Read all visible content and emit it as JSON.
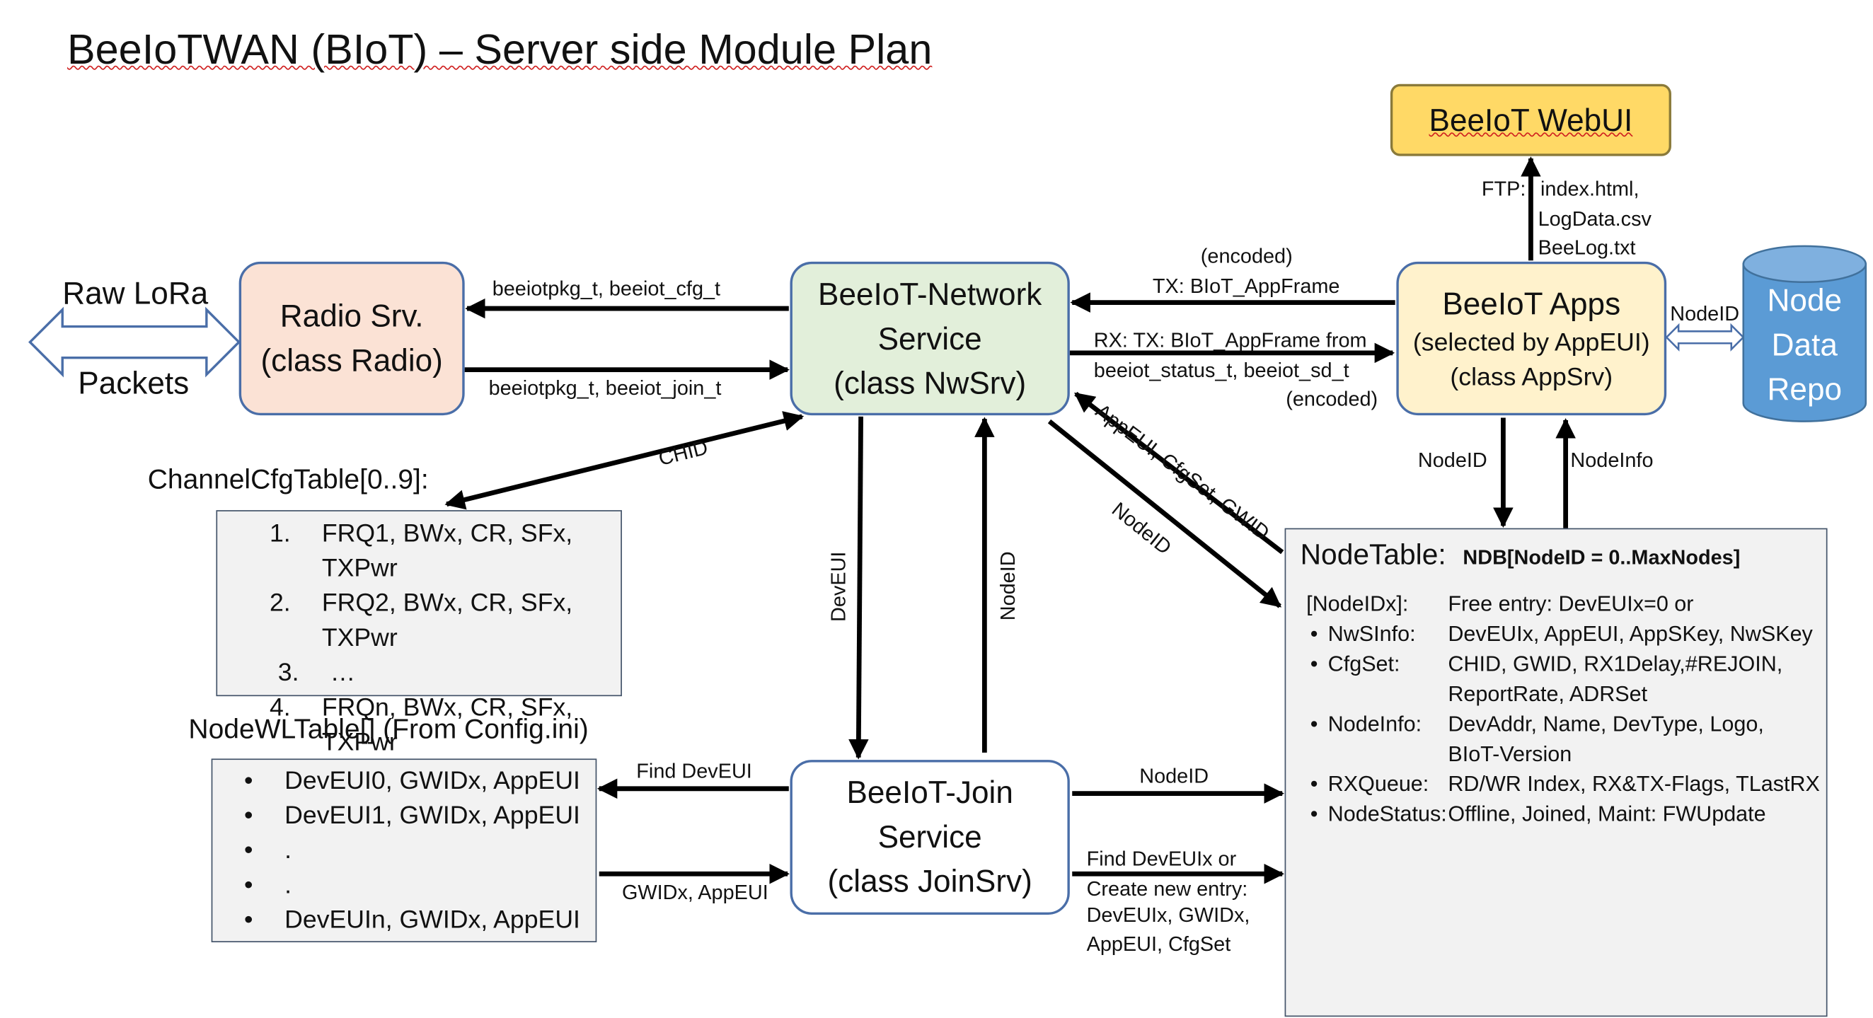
{
  "title": "BeeIoTWAN (BIoT) – Server side Module Plan",
  "colors": {
    "radio_fill": "#fbe2d5",
    "network_fill": "#e2efda",
    "apps_fill": "#fff2cc",
    "webui_fill": "#ffd966",
    "repo_fill": "#5b9bd5",
    "box_border": "#4a6ea8",
    "panel_fill": "#f2f2f2"
  },
  "raw_lora": {
    "line1": "Raw LoRa",
    "line2": "Packets"
  },
  "radio": {
    "line1": "Radio Srv.",
    "line2": "(class Radio)"
  },
  "network": {
    "line1": "BeeIoT-Network",
    "line2": "Service",
    "line3": "(class NwSrv)"
  },
  "apps": {
    "line1": "BeeIoT Apps",
    "line2": "(selected by AppEUI)",
    "line3": "(class AppSrv)"
  },
  "webui": {
    "label": "BeeIoT WebUI"
  },
  "join": {
    "line1": "BeeIoT-Join",
    "line2": "Service",
    "line3": "(class JoinSrv)"
  },
  "repo": {
    "line1": "Node",
    "line2": "Data",
    "line3": "Repo"
  },
  "edges": {
    "radio_to_nw": "beeiotpkg_t, beeiot_join_t",
    "nw_to_radio": "beeiotpkg_t, beeiot_cfg_t",
    "apps_to_nw_l1": "(encoded)",
    "apps_to_nw_l2": "TX: BIoT_AppFrame",
    "nw_to_apps_l1": "RX: TX: BIoT_AppFrame from",
    "nw_to_apps_l2": "beeiot_status_t, beeiot_sd_t",
    "nw_to_apps_l3": "(encoded)",
    "ftp_label": "FTP:",
    "ftp_files": [
      "index.html,",
      "LogData.csv",
      "BeeLog.txt"
    ],
    "apps_repo": "NodeID",
    "apps_to_table": "NodeID",
    "table_to_apps": "NodeInfo",
    "chid": "CHID",
    "table_to_nw": "AppEUI, CfgSet, GWID",
    "nw_to_table": "NodeID",
    "nw_to_join": "DevEUI",
    "join_to_nw": "NodeID",
    "join_find": "Find DevEUI",
    "wl_to_join": "GWIDx, AppEUI",
    "join_to_table": "NodeID",
    "join_create": [
      "Find DevEUIx or",
      "Create new entry:",
      "DevEUIx, GWIDx,",
      "AppEUI, CfgSet"
    ]
  },
  "channel_table": {
    "title": "ChannelCfgTable[0..9]:",
    "rows": [
      {
        "num": "1.",
        "text": "FRQ1, BWx, CR, SFx, TXPwr"
      },
      {
        "num": "2.",
        "text": "FRQ2, BWx, CR, SFx, TXPwr"
      },
      {
        "num": "3.",
        "text": "…"
      },
      {
        "num": "4.",
        "text": "FRQn, BWx, CR, SFx, TXPwr"
      }
    ]
  },
  "nodewl_table": {
    "title": "NodeWLTable[] (From Config.ini)",
    "rows": [
      {
        "bullet": "•",
        "text": "DevEUI0, GWIDx, AppEUI"
      },
      {
        "bullet": "•",
        "text": "DevEUI1, GWIDx, AppEUI"
      },
      {
        "bullet": "•",
        "text": "."
      },
      {
        "bullet": "•",
        "text": "."
      },
      {
        "bullet": "•",
        "text": "DevEUIn, GWIDx, AppEUI"
      }
    ]
  },
  "node_table": {
    "title": "NodeTable:",
    "subtitle": "NDB[NodeID = 0..MaxNodes]",
    "rows": [
      {
        "bullet": "",
        "key": "[NodeIDx]:",
        "value": "Free entry: DevEUIx=0    or"
      },
      {
        "bullet": "•",
        "key": "NwSInfo:",
        "value": "DevEUIx, AppEUI, AppSKey, NwSKey"
      },
      {
        "bullet": "•",
        "key": "CfgSet:",
        "value": "CHID, GWID, RX1Delay,#REJOIN,"
      },
      {
        "bullet": "",
        "key": "",
        "value": "ReportRate, ADRSet"
      },
      {
        "bullet": "•",
        "key": "NodeInfo:",
        "value": "DevAddr, Name, DevType, Logo,"
      },
      {
        "bullet": "",
        "key": "",
        "value": "BIoT-Version"
      },
      {
        "bullet": "•",
        "key": "RXQueue:",
        "value": "RD/WR Index, RX&TX-Flags, TLastRX"
      },
      {
        "bullet": "•",
        "key": "NodeStatus:",
        "value": "Offline, Joined, Maint: FWUpdate"
      }
    ]
  }
}
